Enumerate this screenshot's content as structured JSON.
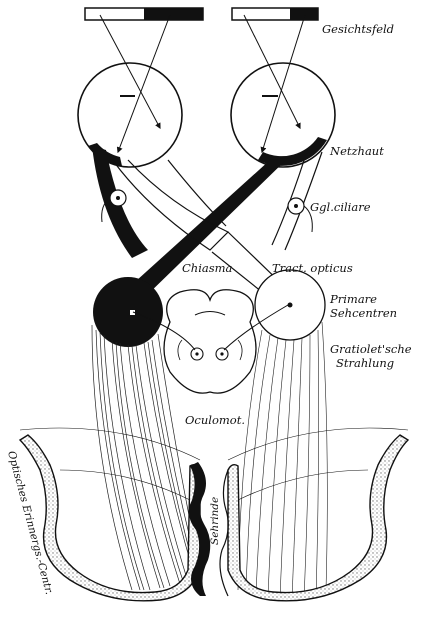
{
  "labels": {
    "visual_field": "Gesichtsfeld",
    "retina": "Netzhaut",
    "ciliary_ganglion": "Ggl.ciliare",
    "chiasma": "Chiasma",
    "optic_tract": "Tract. opticus",
    "primary_centers_line1": "Primare",
    "primary_centers_line2": "Sehcentren",
    "gratiolet_line1": "Gratiolet'sche",
    "gratiolet_line2": "Strahlung",
    "oculomotor": "Oculomot.",
    "visual_cortex": "Sehrinde",
    "memory_center": "Optisches Erinnergs.-Centr."
  },
  "colors": {
    "ink": "#111111",
    "paper": "#ffffff",
    "stipple": "#bdbdbd"
  }
}
